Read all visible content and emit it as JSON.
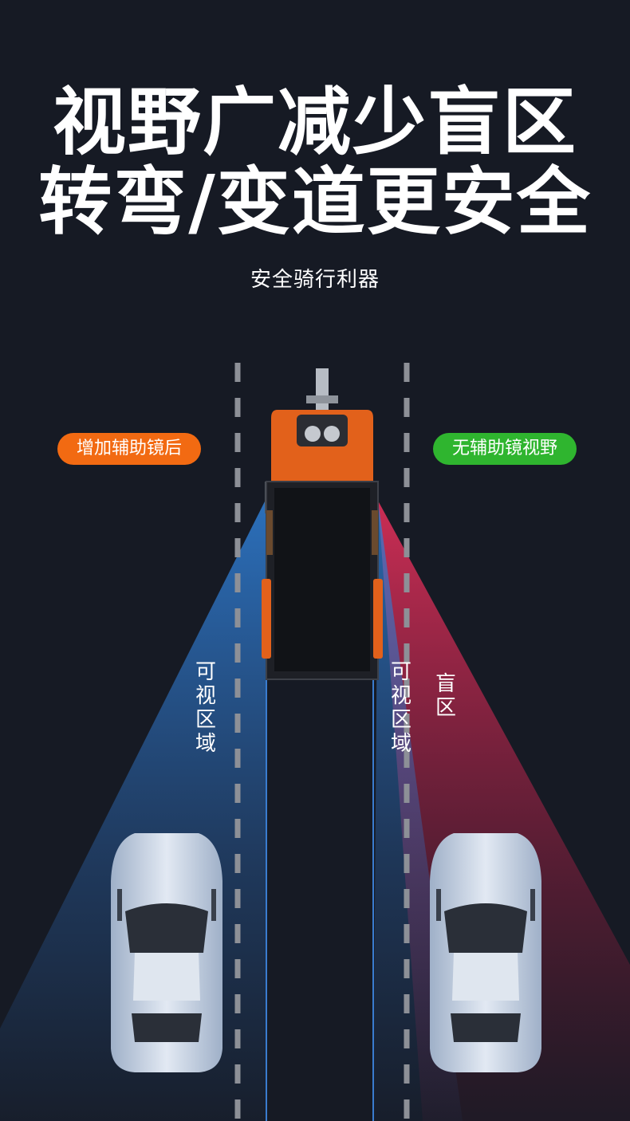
{
  "headline": {
    "line1": "视野广减少盲区",
    "line2": "转弯/变道更安全"
  },
  "subtitle": "安全骑行利器",
  "badges": {
    "with_mirror": "增加辅助镜后",
    "without_mirror": "无辅助镜视野"
  },
  "zones": {
    "visible_left": "可视区域",
    "visible_right": "可视区域",
    "blind": "盲区"
  },
  "colors": {
    "background": "#161a24",
    "badge_orange": "#f26a12",
    "badge_green": "#2fb52f",
    "visible_cone": "#2f7fd6",
    "blind_cone": "#d8284f",
    "tricycle": "#e2611b",
    "car_body": "#c9d3e2"
  },
  "icons": [
    "tricycle-icon",
    "car-icon",
    "car-icon"
  ]
}
